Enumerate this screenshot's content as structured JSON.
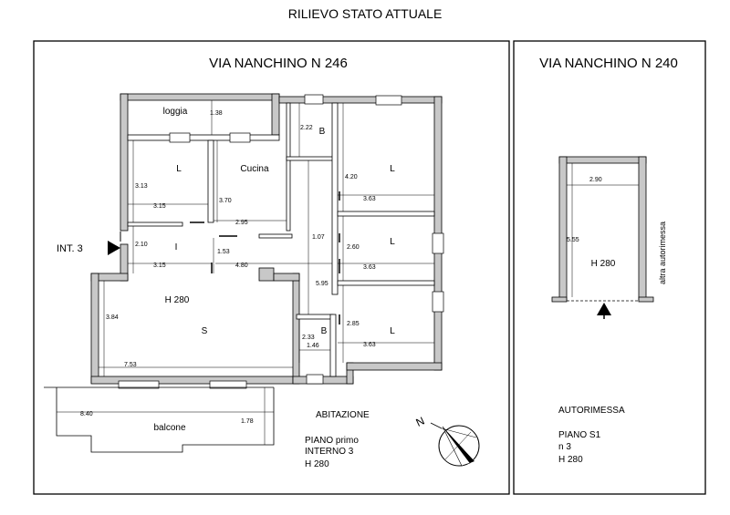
{
  "title": "RILIEVO STATO ATTUALE",
  "left_panel": {
    "street": "VIA NANCHINO N 246",
    "entry_label": "INT. 3",
    "rooms": {
      "loggia": "loggia",
      "bedroom": "L",
      "kitchen": "Cucina",
      "bath": "B",
      "hall": "I",
      "height": "H 280",
      "living": "S",
      "balcony": "balcone"
    },
    "dimensions": {
      "d_138": "1.38",
      "d_222": "2.22",
      "d_313": "3.13",
      "d_315": "3.15",
      "d_370": "3.70",
      "d_295": "2.95",
      "d_420": "4.20",
      "d_363": "3.63",
      "d_107": "1.07",
      "d_210": "2.10",
      "d_153": "1.53",
      "d_260": "2.60",
      "d_480": "4.80",
      "d_595": "5.95",
      "d_384": "3.84",
      "d_285": "2.85",
      "d_233": "2.33",
      "d_146": "1.46",
      "d_753": "7.53",
      "d_840": "8.40",
      "d_178": "1.78"
    },
    "info": {
      "type": "ABITAZIONE",
      "floor": "PIANO  primo",
      "unit": "INTERNO 3",
      "height": "H 280"
    },
    "north": "N"
  },
  "right_panel": {
    "street": "VIA NANCHINO N 240",
    "garage": {
      "width": "2.90",
      "depth": "5.55",
      "height": "H 280",
      "side_label": "altra autorimessa"
    },
    "info": {
      "type": "AUTORIMESSA",
      "floor": "PIANO   S1",
      "unit": "n 3",
      "height": "H 280"
    }
  }
}
